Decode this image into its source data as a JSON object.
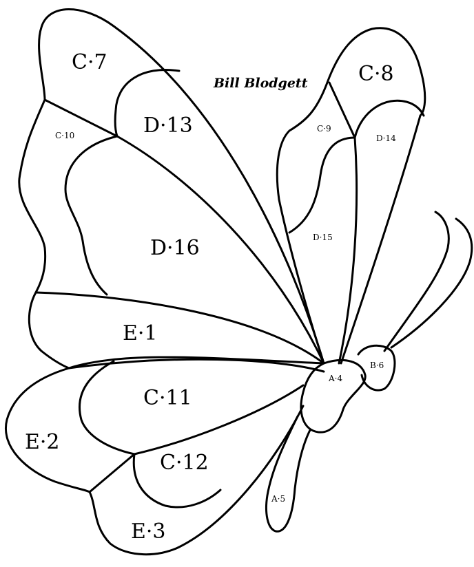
{
  "signature": "Bill Blodgett",
  "labels": {
    "c7": "C·7",
    "d13": "D·13",
    "c10": "C·10",
    "d16": "D·16",
    "e1": "E·1",
    "c11": "C·11",
    "e2": "E·2",
    "c12": "C·12",
    "e3": "E·3",
    "c8": "C·8",
    "c9": "C·9",
    "d14": "D·14",
    "d15": "D·15",
    "a4": "A·4",
    "b6": "B·6",
    "a5": "A·5"
  }
}
